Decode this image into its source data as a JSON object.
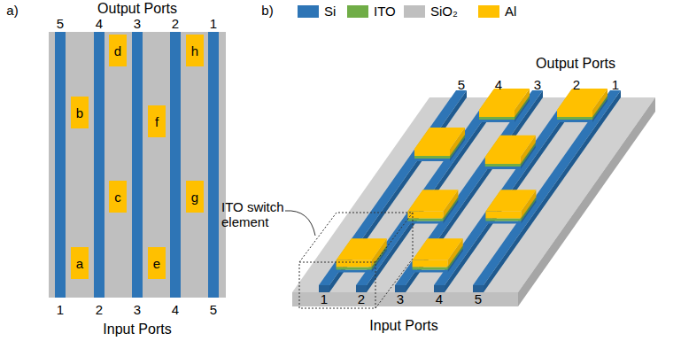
{
  "diagram": {
    "nodes": [
      {
        "text": [
          "d"
        ]
      },
      {
        "text": [
          "h"
        ]
      },
      {
        "text": [
          "b"
        ]
      },
      {
        "text": [
          "f"
        ]
      },
      {
        "text": [
          "c"
        ]
      },
      {
        "text": [
          "g"
        ]
      },
      {
        "text": [
          "a"
        ]
      },
      {
        "text": [
          "e"
        ]
      }
    ],
    "labels": [
      "a)",
      "Output Ports",
      "5",
      "4",
      "3",
      "2",
      "1",
      "1",
      "2",
      "3",
      "4",
      "5",
      "Input Ports",
      "b)",
      "Output Ports",
      "5",
      "4",
      "3",
      "2",
      "1",
      "ITO switch element",
      "1",
      "2",
      "3",
      "4",
      "5",
      "Input Ports"
    ],
    "legend": [
      {
        "text": "Si",
        "color": "#2E75B6"
      },
      {
        "text": "ITO",
        "color": "#70AD47"
      },
      {
        "text": "SiO₂",
        "color": "#BFBFBF"
      },
      {
        "text": "Al",
        "color": "#FFC000"
      }
    ]
  }
}
